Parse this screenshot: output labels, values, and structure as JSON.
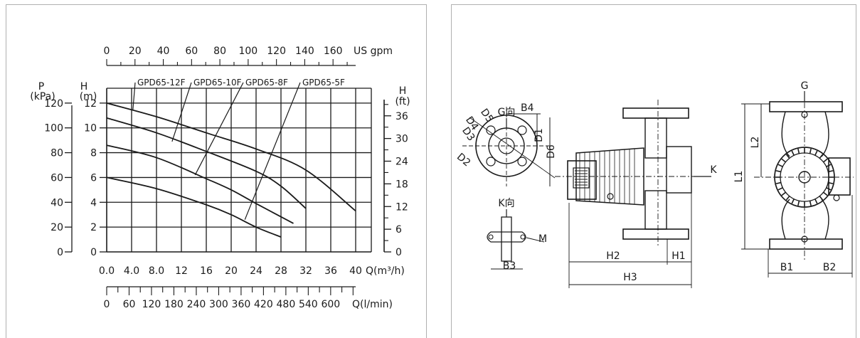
{
  "chart_data": {
    "type": "line",
    "x_primary": {
      "label": "Q(m³/h)",
      "range": [
        0,
        40
      ],
      "ticks": [
        "0.0",
        "4.0",
        "8.0",
        "12",
        "16",
        "20",
        "24",
        "28",
        "32",
        "36",
        "40"
      ]
    },
    "x_top": {
      "label": "US gpm",
      "range": [
        0,
        176
      ],
      "ticks": [
        "0",
        "20",
        "40",
        "60",
        "80",
        "100",
        "120",
        "140",
        "160"
      ]
    },
    "x_bottom": {
      "label": "Q(l/min)",
      "range": [
        0,
        667
      ],
      "ticks": [
        "0",
        "60",
        "120",
        "180",
        "240",
        "300",
        "360",
        "420",
        "480",
        "540",
        "600"
      ]
    },
    "y_left_m": {
      "label_top": "H",
      "label_unit": "(m)",
      "range": [
        0,
        14
      ],
      "ticks": [
        "0",
        "2",
        "4",
        "6",
        "8",
        "10",
        "12"
      ]
    },
    "y_left_kpa": {
      "label_top": "P",
      "label_unit": "(kPa)",
      "range": [
        0,
        140
      ],
      "ticks": [
        "0",
        "20",
        "40",
        "60",
        "80",
        "100",
        "120"
      ]
    },
    "y_right_ft": {
      "label_top": "H",
      "label_unit": "(ft)",
      "range": [
        0,
        45.93
      ],
      "ticks": [
        "0",
        "6",
        "12",
        "18",
        "24",
        "30",
        "36"
      ]
    },
    "grid": true,
    "series": [
      {
        "name": "GPD65-12F",
        "x": [
          0,
          8,
          16,
          24,
          32,
          40
        ],
        "y": [
          12.0,
          10.9,
          9.6,
          8.3,
          6.6,
          3.3
        ]
      },
      {
        "name": "GPD65-10F",
        "x": [
          0,
          8,
          16,
          24,
          28,
          32
        ],
        "y": [
          10.8,
          9.6,
          8.1,
          6.5,
          5.3,
          3.5
        ]
      },
      {
        "name": "GPD65-8F",
        "x": [
          0,
          8,
          16,
          20,
          24,
          30
        ],
        "y": [
          8.6,
          7.6,
          5.9,
          5.0,
          3.9,
          2.3
        ]
      },
      {
        "name": "GPD65-5F",
        "x": [
          0,
          8,
          16,
          20,
          24,
          28
        ],
        "y": [
          6.0,
          5.1,
          3.8,
          3.0,
          2.0,
          1.2
        ]
      }
    ]
  },
  "drawing": {
    "view_g": "G向",
    "view_k": "K向",
    "dims": [
      "B4",
      "D1",
      "D6",
      "D5",
      "D4",
      "D3",
      "D2",
      "M",
      "B3",
      "K",
      "G",
      "H2",
      "H1",
      "H3",
      "L2",
      "L1",
      "B1",
      "B2"
    ]
  }
}
